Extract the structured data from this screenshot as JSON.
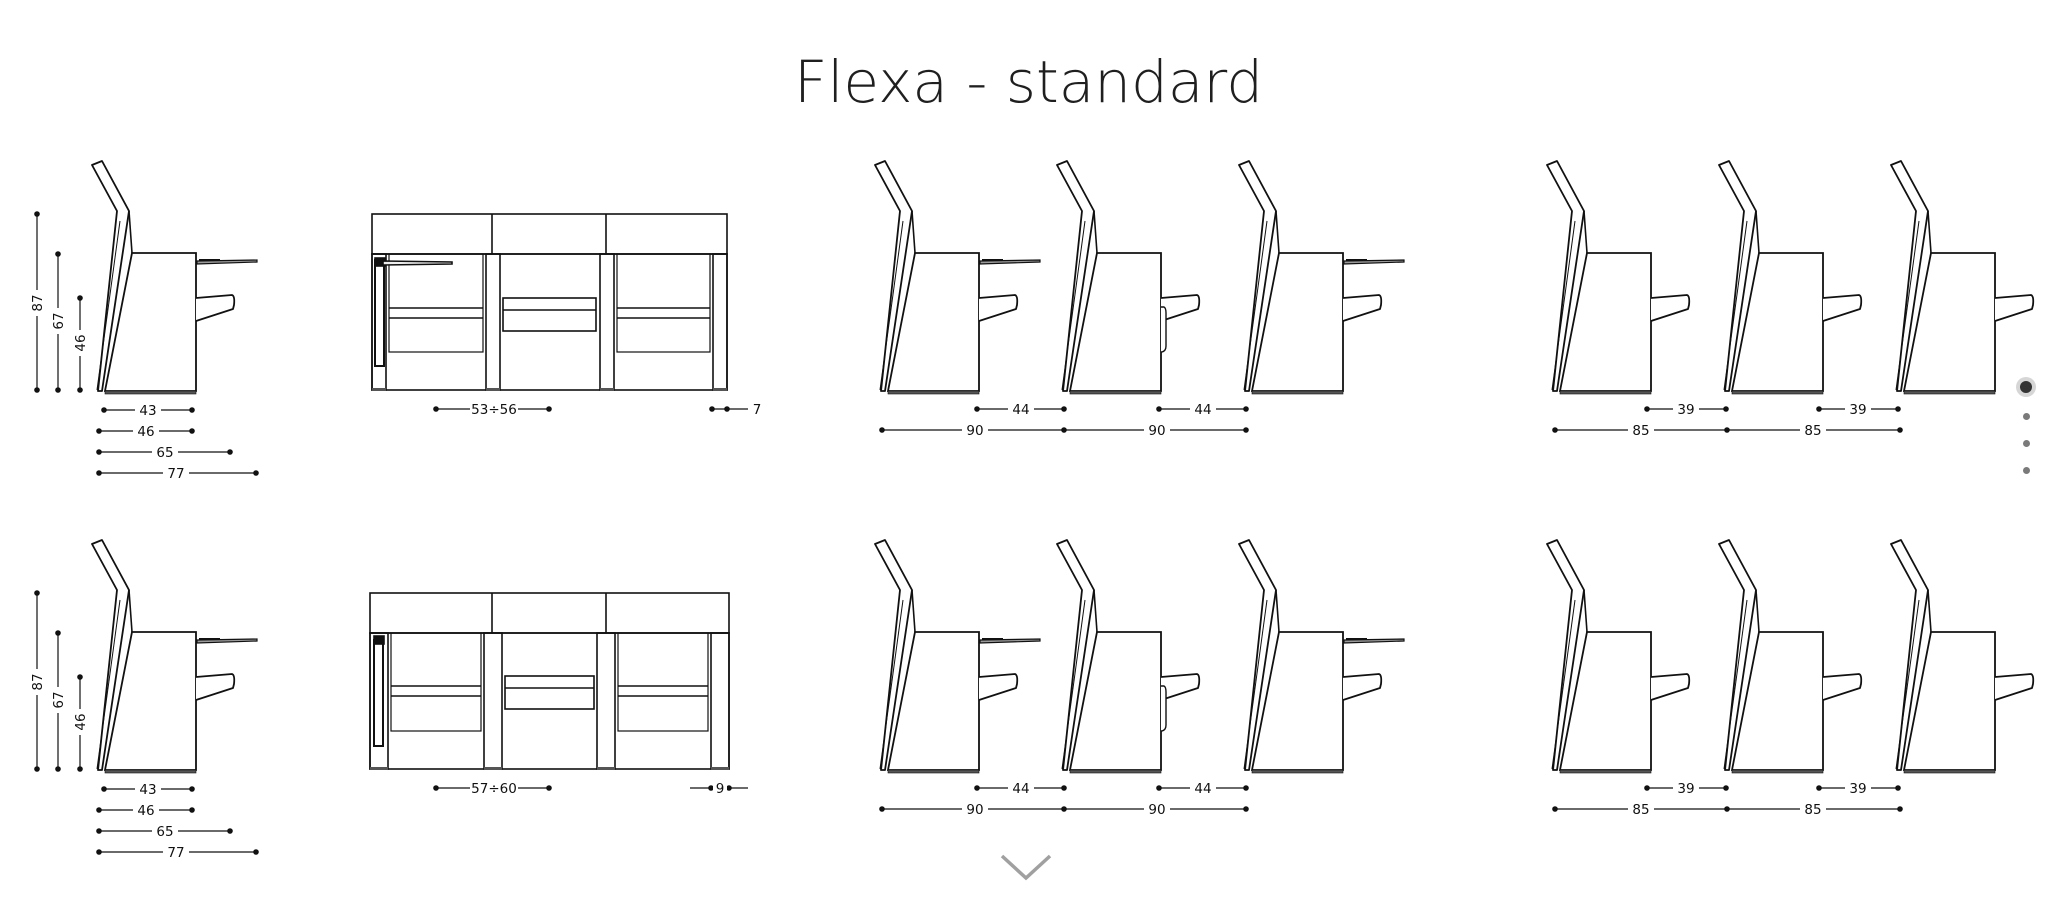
{
  "page": {
    "title": "Flexa - standard",
    "colors": {
      "line": "#111111",
      "dim_line": "#555555",
      "pager_active": "#333333",
      "pager_inactive": "#7a7a7a",
      "arrow": "#a0a0a0"
    }
  },
  "rows": [
    {
      "side_view": {
        "heights": [
          "87",
          "67",
          "46"
        ],
        "depths": [
          "43",
          "46",
          "65",
          "77"
        ]
      },
      "front_view": {
        "seat_width": "53÷56",
        "gap": "7"
      },
      "row_spacing_with_tablet": {
        "inner": [
          "44",
          "44"
        ],
        "pitch": [
          "90",
          "90"
        ]
      },
      "row_spacing_standard": {
        "inner": [
          "39",
          "39"
        ],
        "pitch": [
          "85",
          "85"
        ]
      }
    },
    {
      "side_view": {
        "heights": [
          "87",
          "67",
          "46"
        ],
        "depths": [
          "43",
          "46",
          "65",
          "77"
        ]
      },
      "front_view": {
        "seat_width": "57÷60",
        "gap": "9"
      },
      "row_spacing_with_tablet": {
        "inner": [
          "44",
          "44"
        ],
        "pitch": [
          "90",
          "90"
        ]
      },
      "row_spacing_standard": {
        "inner": [
          "39",
          "39"
        ],
        "pitch": [
          "85",
          "85"
        ]
      }
    }
  ],
  "pager": {
    "count": 4,
    "active_index": 0,
    "icons": [
      "pager-dot-active",
      "pager-dot",
      "pager-dot",
      "pager-dot"
    ]
  },
  "scroll": {
    "icon": "chevron-down-icon"
  }
}
